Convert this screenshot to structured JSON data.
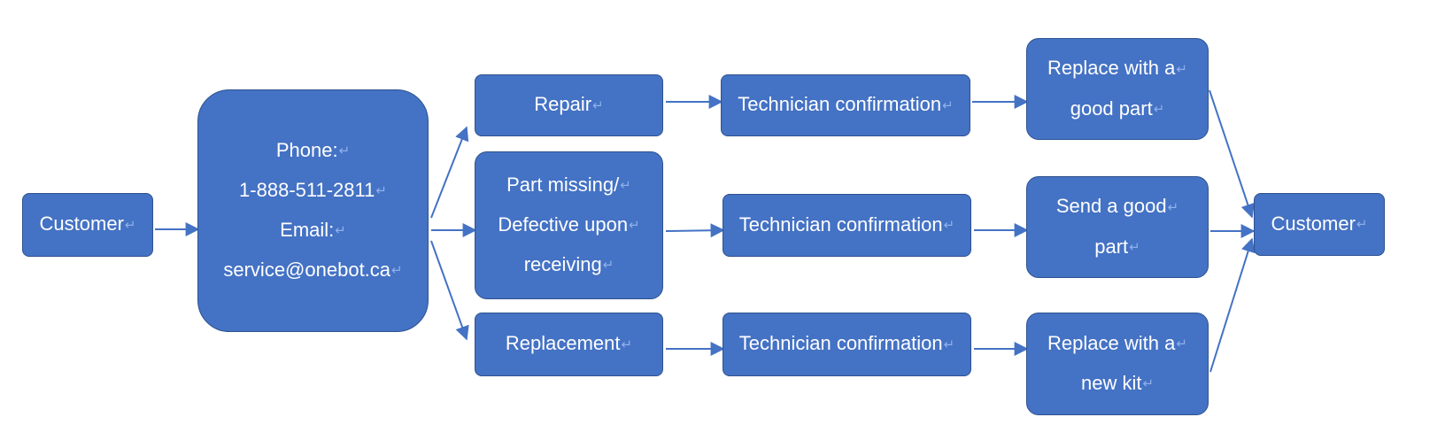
{
  "colors": {
    "node_fill": "#4472c4",
    "node_border": "#2f528f",
    "arrow": "#4472c4",
    "node_text": "#ffffff",
    "paragraph_mark": "#8fb0ec"
  },
  "paragraph_mark": "↵",
  "nodes": {
    "customer_start": {
      "lines": [
        "Customer"
      ]
    },
    "contact": {
      "lines": [
        "Phone:",
        "1-888-511-2811",
        "Email:",
        "service@onebot.ca"
      ]
    },
    "repair": {
      "lines": [
        "Repair"
      ]
    },
    "part_missing": {
      "lines": [
        "Part missing/",
        "Defective upon",
        "receiving"
      ]
    },
    "replacement": {
      "lines": [
        "Replacement"
      ]
    },
    "tech_confirm_top": {
      "lines": [
        "Technician confirmation"
      ]
    },
    "tech_confirm_mid": {
      "lines": [
        "Technician confirmation"
      ]
    },
    "tech_confirm_bottom": {
      "lines": [
        "Technician confirmation"
      ]
    },
    "replace_good_part": {
      "lines": [
        "Replace with a",
        "good part"
      ]
    },
    "send_good_part": {
      "lines": [
        "Send a good",
        "part"
      ]
    },
    "replace_new_kit": {
      "lines": [
        "Replace with a",
        "new kit"
      ]
    },
    "customer_end": {
      "lines": [
        "Customer"
      ]
    }
  }
}
